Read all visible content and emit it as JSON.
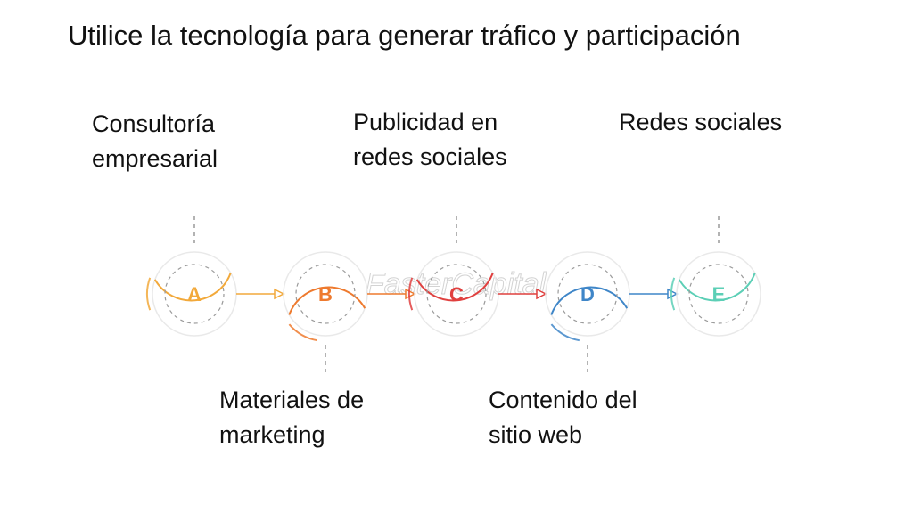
{
  "title": "Utilice la tecnología para generar tráfico y participación",
  "watermark": "FasterCapital",
  "steps": [
    {
      "letter": "A",
      "label_lines": [
        "Consultoría",
        "empresarial"
      ],
      "position": "top",
      "color": "#f2a93b"
    },
    {
      "letter": "B",
      "label_lines": [
        "Materiales de",
        "marketing"
      ],
      "position": "bottom",
      "color": "#ee7a2e"
    },
    {
      "letter": "C",
      "label_lines": [
        "Publicidad en",
        "redes sociales"
      ],
      "position": "top",
      "color": "#e0403f"
    },
    {
      "letter": "D",
      "label_lines": [
        "Contenido del",
        "sitio web"
      ],
      "position": "bottom",
      "color": "#3f86c8"
    },
    {
      "letter": "E",
      "label_lines": [
        "Redes sociales"
      ],
      "position": "top",
      "color": "#5ccfb6"
    }
  ]
}
